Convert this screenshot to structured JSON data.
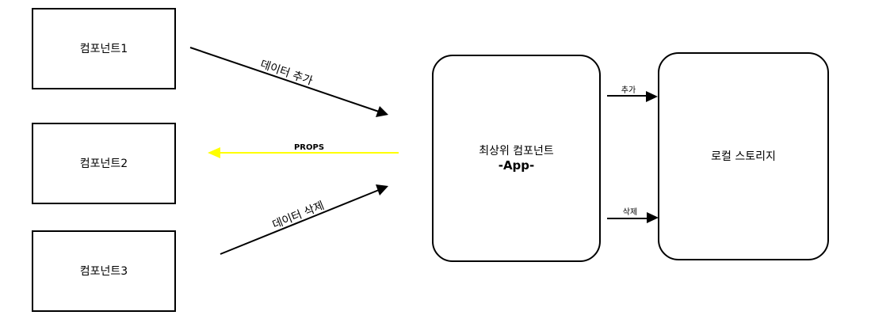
{
  "nodes": {
    "component1": "컴포넌트1",
    "component2": "컴포넌트2",
    "component3": "컴포넌트3",
    "app_line1": "최상위 컴포넌트",
    "app_line2": "-App-",
    "storage": "로컬 스토리지"
  },
  "edges": {
    "add_data": "데이터 추가",
    "props": "PROPS",
    "delete_data": "데이터 삭제",
    "add": "추가",
    "delete": "삭제"
  },
  "colors": {
    "props_arrow": "#ffff00",
    "stroke": "#000000"
  }
}
